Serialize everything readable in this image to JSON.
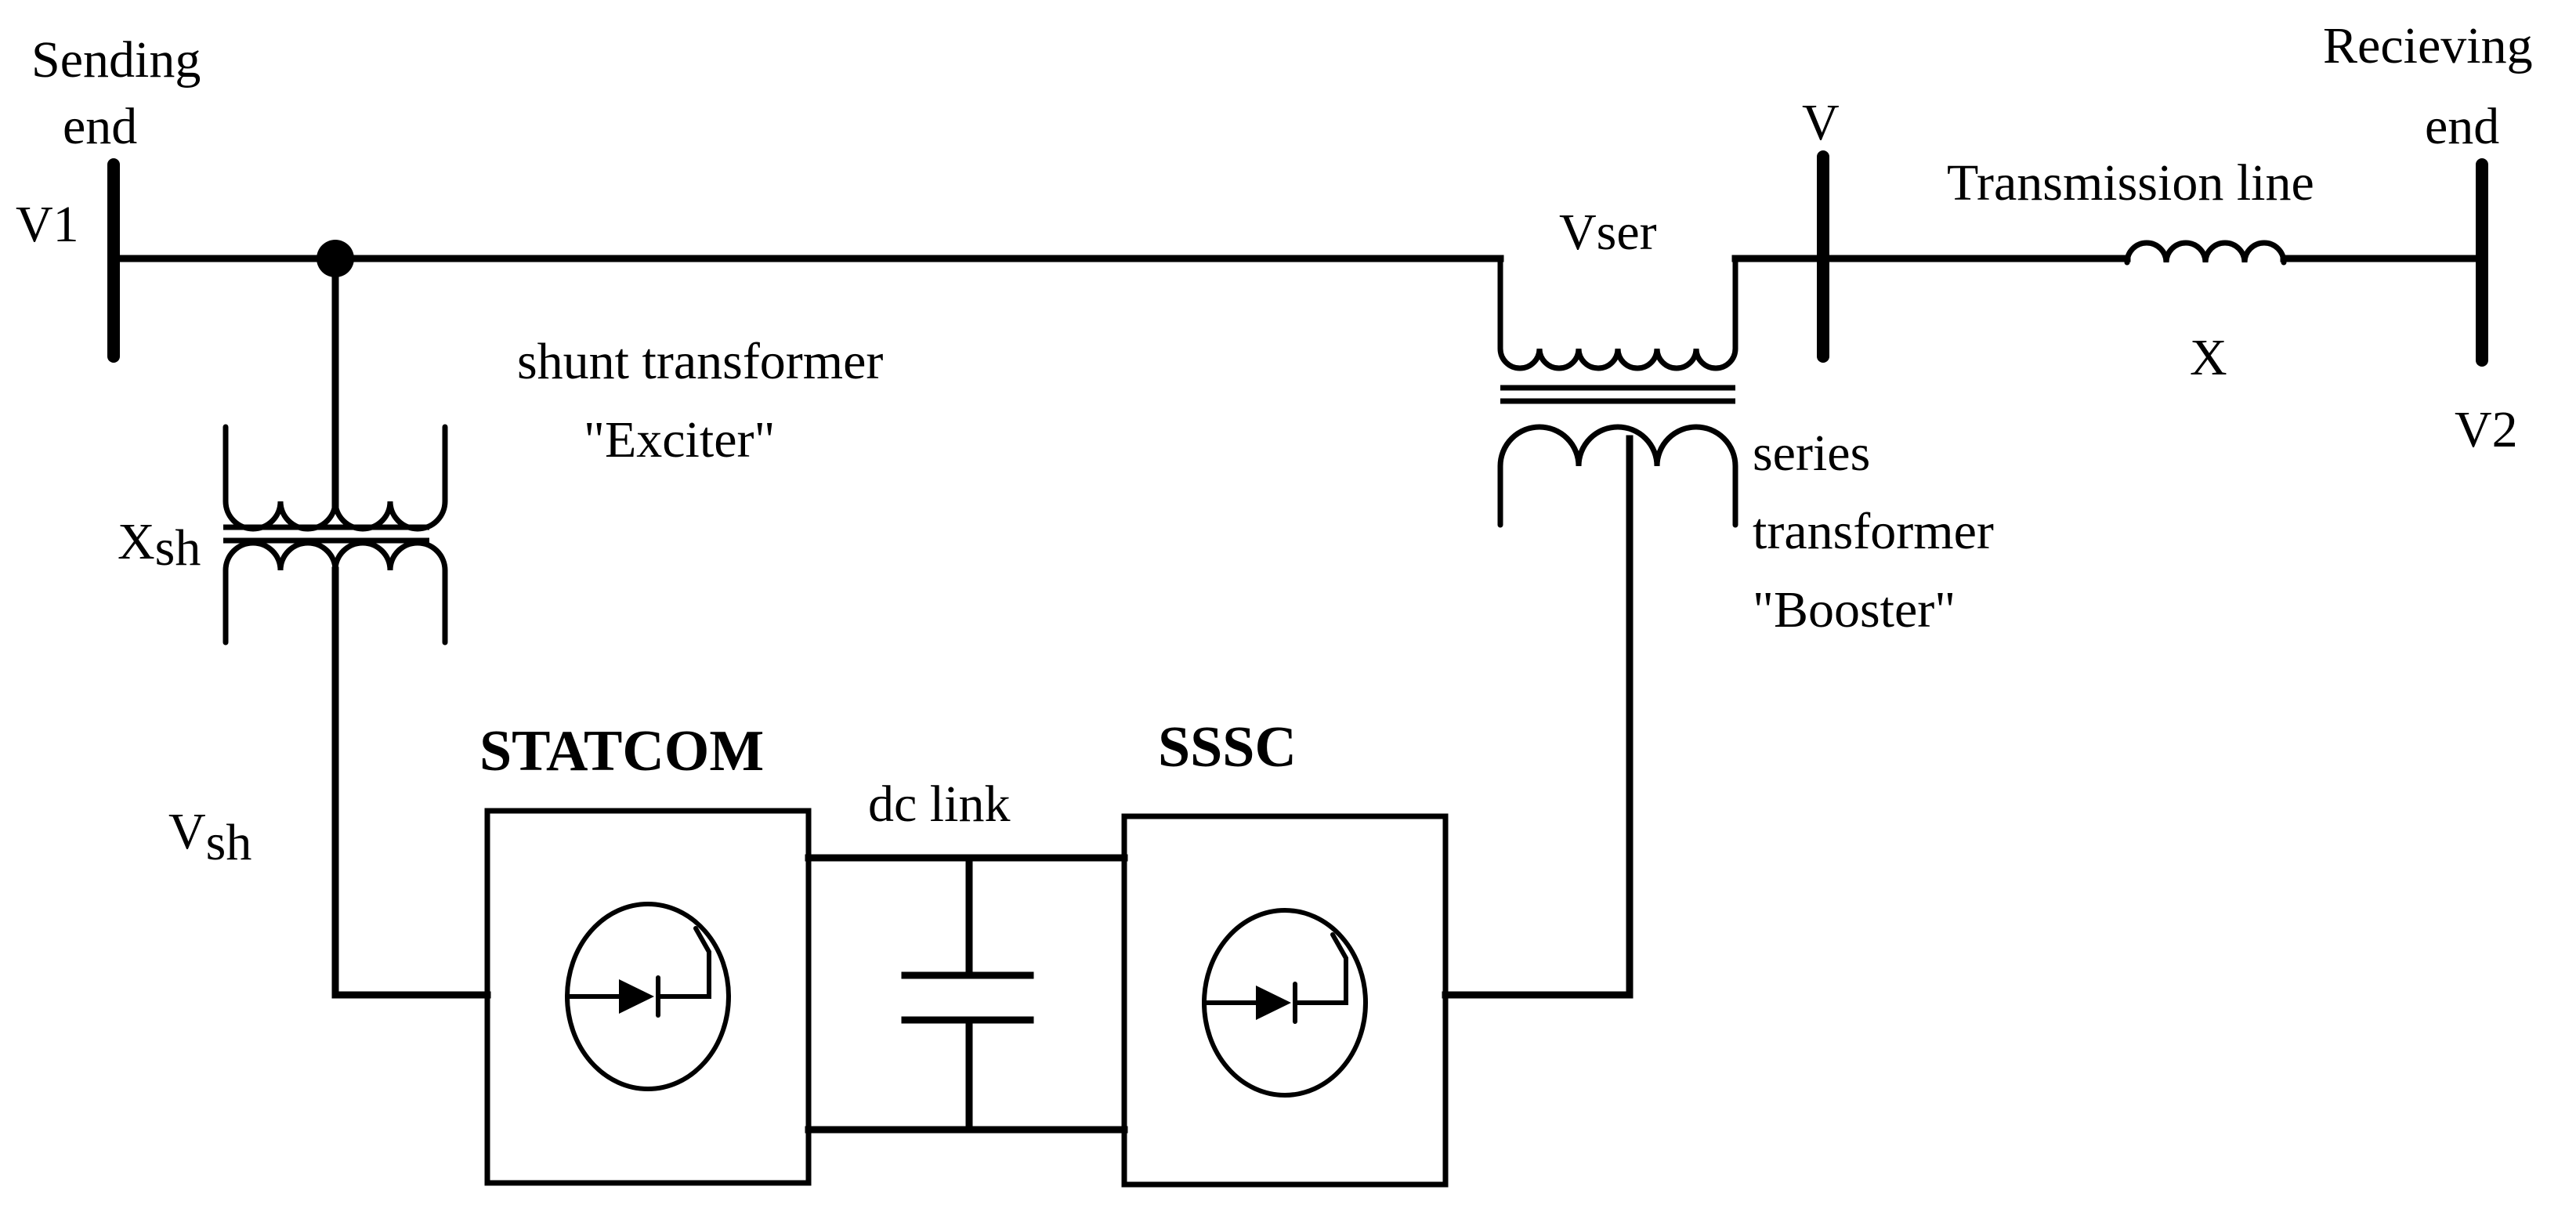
{
  "labels": {
    "sending_end_line1": "Sending",
    "sending_end_line2": "end",
    "v1": "V1",
    "receiving_end_line1": "Recieving",
    "receiving_end_line2": "end",
    "v2": "V2",
    "v": "V",
    "vser": "Vser",
    "transmission_line": "Transmission line",
    "x": "X",
    "shunt_transformer_line1": "shunt transformer",
    "shunt_transformer_line2": "\"Exciter\"",
    "xsh_main": "X",
    "xsh_sub": "sh",
    "vsh_main": "V",
    "vsh_sub": "sh",
    "series_transformer_line1": "series",
    "series_transformer_line2": "transformer",
    "series_transformer_line3": "\"Booster\"",
    "statcom": "STATCOM",
    "dc_link": "dc link",
    "sssc": "SSSC"
  },
  "icons": [
    "shunt-transformer-icon",
    "series-transformer-icon",
    "inductor-icon",
    "capacitor-icon",
    "gto-thyristor-icon"
  ]
}
